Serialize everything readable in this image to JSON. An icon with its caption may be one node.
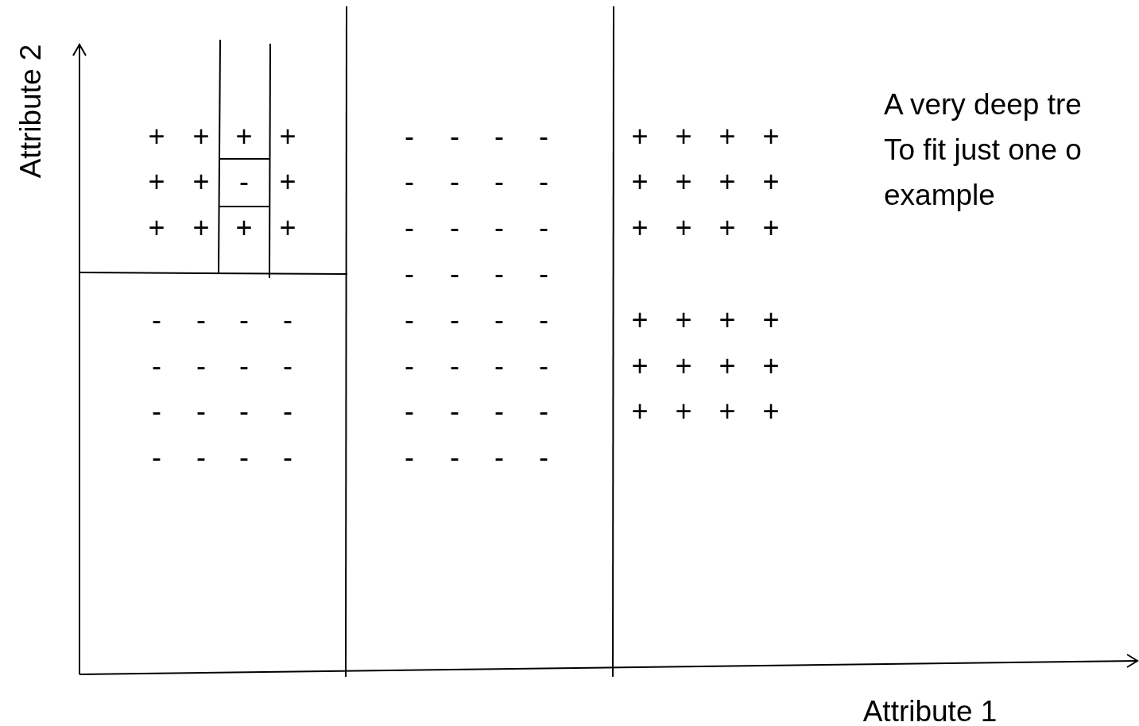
{
  "diagram": {
    "labels": [
      "Attribute 2",
      "A very deep tre",
      "To fit just one o",
      "example",
      "+",
      "+",
      "+",
      "+",
      "-",
      "-",
      "-",
      "-",
      "+",
      "+",
      "+",
      "+",
      "+",
      "+",
      "-",
      "+",
      "-",
      "-",
      "-",
      "-",
      "+",
      "+",
      "+",
      "+",
      "+",
      "+",
      "+",
      "+",
      "-",
      "-",
      "-",
      "-",
      "+",
      "+",
      "+",
      "+",
      "-",
      "-",
      "-",
      "-",
      "-",
      "-",
      "-",
      "-",
      "-",
      "-",
      "-",
      "-",
      "+",
      "+",
      "+",
      "+",
      "-",
      "-",
      "-",
      "-",
      "-",
      "-",
      "-",
      "-",
      "+",
      "+",
      "+",
      "+",
      "-",
      "-",
      "-",
      "-",
      "-",
      "-",
      "-",
      "-",
      "+",
      "+",
      "+",
      "+",
      "-",
      "-",
      "-",
      "-",
      "-",
      "-",
      "-",
      "-",
      "Attribute 1"
    ]
  }
}
